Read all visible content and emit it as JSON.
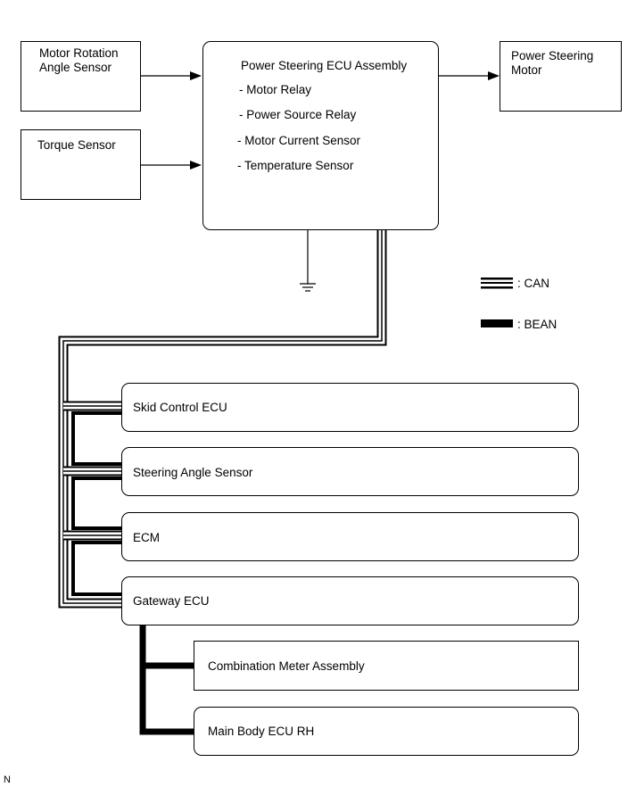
{
  "nodes": {
    "motor_rotation_angle_sensor": "Motor Rotation Angle Sensor",
    "torque_sensor": "Torque Sensor",
    "power_steering_motor": "Power Steering Motor",
    "ecu_assembly": {
      "title": "Power Steering ECU Assembly",
      "items": [
        "- Motor Relay",
        "- Power Source Relay",
        "- Motor Current Sensor",
        "- Temperature Sensor"
      ]
    },
    "skid_control_ecu": "Skid Control ECU",
    "steering_angle_sensor": "Steering Angle Sensor",
    "ecm": "ECM",
    "gateway_ecu": "Gateway ECU",
    "combination_meter_assembly": "Combination Meter Assembly",
    "main_body_ecu_rh": "Main Body ECU RH"
  },
  "legend": {
    "can": ": CAN",
    "bean": ": BEAN"
  },
  "footer_code": "N"
}
